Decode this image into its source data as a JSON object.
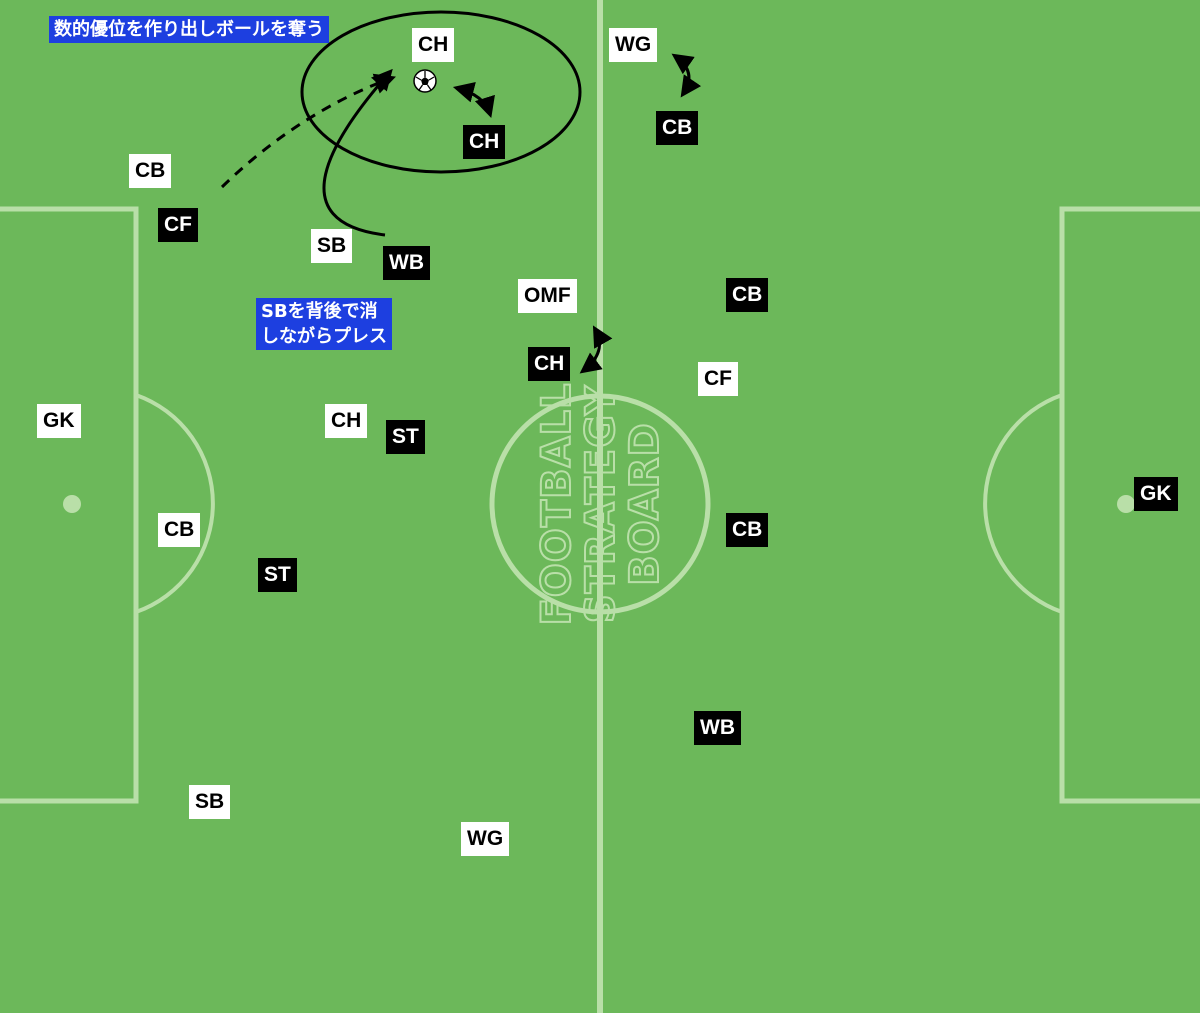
{
  "pitch": {
    "colors": {
      "grass": "#6cb85a",
      "lines": "#b9dfa8",
      "callout_bg": "#1d3fe0",
      "home_tag_bg": "#ffffff",
      "away_tag_bg": "#000000"
    },
    "ball_icon": "soccer-ball-icon",
    "watermark_lines": [
      "FOOTBALL",
      "STRATEGY",
      "BOARD"
    ]
  },
  "callouts": {
    "top": "数的優位を作り出しボールを奪う",
    "middle": "SBを背後で消\nしながらプレス"
  },
  "players": {
    "white": [
      {
        "id": "ch-top",
        "label": "CH"
      },
      {
        "id": "cb-left-top",
        "label": "CB"
      },
      {
        "id": "sb-upper",
        "label": "SB"
      },
      {
        "id": "omf",
        "label": "OMF"
      },
      {
        "id": "gk-left",
        "label": "GK"
      },
      {
        "id": "ch-mid",
        "label": "CH"
      },
      {
        "id": "cb-left-bottom",
        "label": "CB"
      },
      {
        "id": "sb-lower",
        "label": "SB"
      },
      {
        "id": "wg-bottom",
        "label": "WG"
      },
      {
        "id": "wg-top",
        "label": "WG"
      },
      {
        "id": "cf-right",
        "label": "CF"
      }
    ],
    "black": [
      {
        "id": "ch-ball",
        "label": "CH"
      },
      {
        "id": "cf-left",
        "label": "CF"
      },
      {
        "id": "wb-upper",
        "label": "WB"
      },
      {
        "id": "ch-center",
        "label": "CH"
      },
      {
        "id": "st-upper",
        "label": "ST"
      },
      {
        "id": "st-lower",
        "label": "ST"
      },
      {
        "id": "cb-top",
        "label": "CB"
      },
      {
        "id": "cb-mid-upper",
        "label": "CB"
      },
      {
        "id": "cb-mid-lower",
        "label": "CB"
      },
      {
        "id": "gk-right",
        "label": "GK"
      },
      {
        "id": "wb-lower",
        "label": "WB"
      }
    ]
  }
}
